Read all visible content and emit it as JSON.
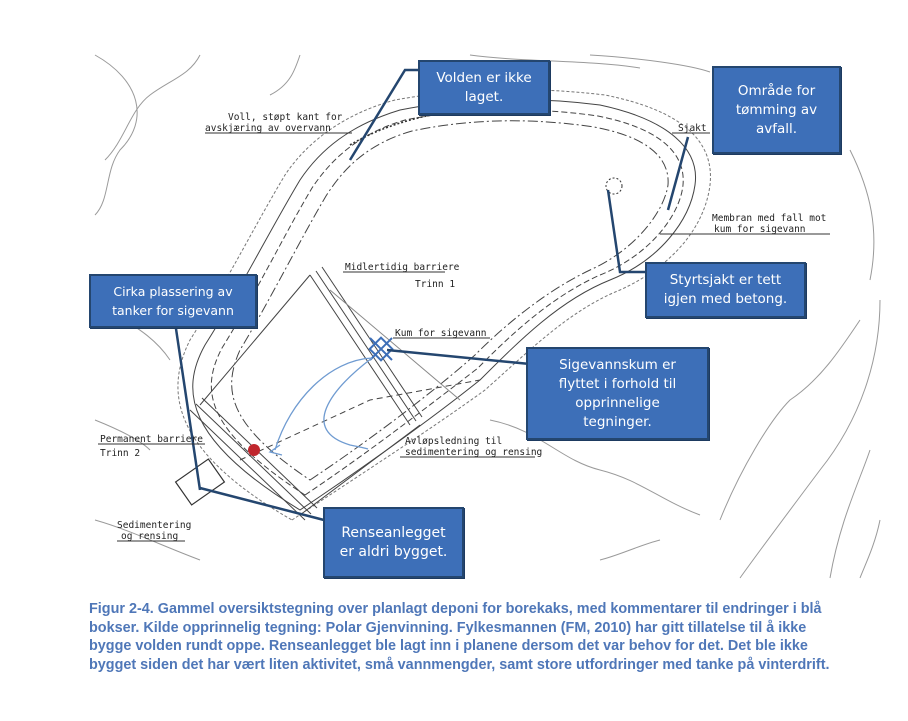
{
  "callouts": {
    "volden": "Volden er ikke\nlaget.",
    "omrade": "Område for\ntømming av\navfall.",
    "cirka": "Cirka plassering av\ntanker for sigevann",
    "styrtsjakt": "Styrtsjakt er tett\nigjen med betong.",
    "sigevannskum": "Sigevannskum er\nflyttet i forhold til\nopprinnelige\ntegninger.",
    "renseanlegget": "Renseanlegget\ner aldri bygget."
  },
  "drawing_labels": {
    "voll": "Voll, støpt kant for",
    "voll_2": "avskjæring av overvann",
    "sjakt": "Sjakt",
    "membran": "Membran med fall mot",
    "membran_2": "kum for sigevann",
    "midlertidig": "Midlertidig barriere",
    "trinn1": "Trinn 1",
    "kum": "Kum for sigevann",
    "permanent": "Permanent barriere",
    "trinn2": "Trinn 2",
    "avlop": "Avløpsledning til",
    "avlop_2": "sedimentering og rensing",
    "sedimentering": "Sedimentering",
    "sedimentering_2": "og rensing"
  },
  "caption": "Figur 2-4. Gammel oversiktstegning over planlagt deponi for borekaks, med kommentarer til endringer i blå bokser. Kilde opprinnelig tegning: Polar Gjenvinning. Fylkesmannen (FM, 2010) har gitt tillatelse til å ikke bygge volden rundt oppe. Renseanlegget ble lagt inn i planene dersom det var behov for det. Det ble ikke bygget siden det har vært liten aktivitet, små vannmengder, samt store utfordringer med tanke på vinterdrift.",
  "colors": {
    "callout_fill": "#3d6fb8",
    "callout_border": "#24466f",
    "caption_text": "#4f77b8",
    "marker_red": "#c0262d",
    "arrow_blue": "#6f9bd1"
  }
}
